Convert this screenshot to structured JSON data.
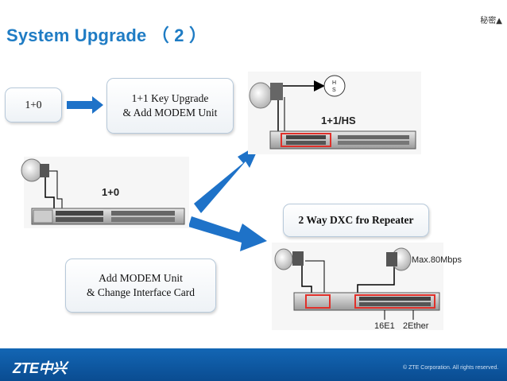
{
  "header": {
    "title": "System Upgrade （ 2 ）",
    "classification": "秘密▲"
  },
  "boxes": {
    "start": {
      "label": "1+0"
    },
    "key_upgrade": {
      "line1": "1+1 Key Upgrade",
      "line2": "& Add MODEM Unit"
    },
    "dxc": {
      "label": "2 Way DXC fro Repeater"
    },
    "modem_change": {
      "line1": "Add MODEM Unit",
      "line2": "& Change Interface Card"
    }
  },
  "diagrams": {
    "d10": {
      "label": "1+0"
    },
    "d11": {
      "label": "1+1/HS",
      "switch_h": "H",
      "switch_s": "S"
    },
    "repeater": {
      "rate": "Max.80Mbps",
      "port1": "16E1",
      "port2": "2Ether"
    }
  },
  "footer": {
    "logo": "ZTE中兴",
    "copyright": "© ZTE Corporation. All rights reserved."
  },
  "colors": {
    "title": "#1f7cc4",
    "arrow": "#1e72c8",
    "highlight": "#e0302a",
    "footer": "#0f5aa6"
  }
}
